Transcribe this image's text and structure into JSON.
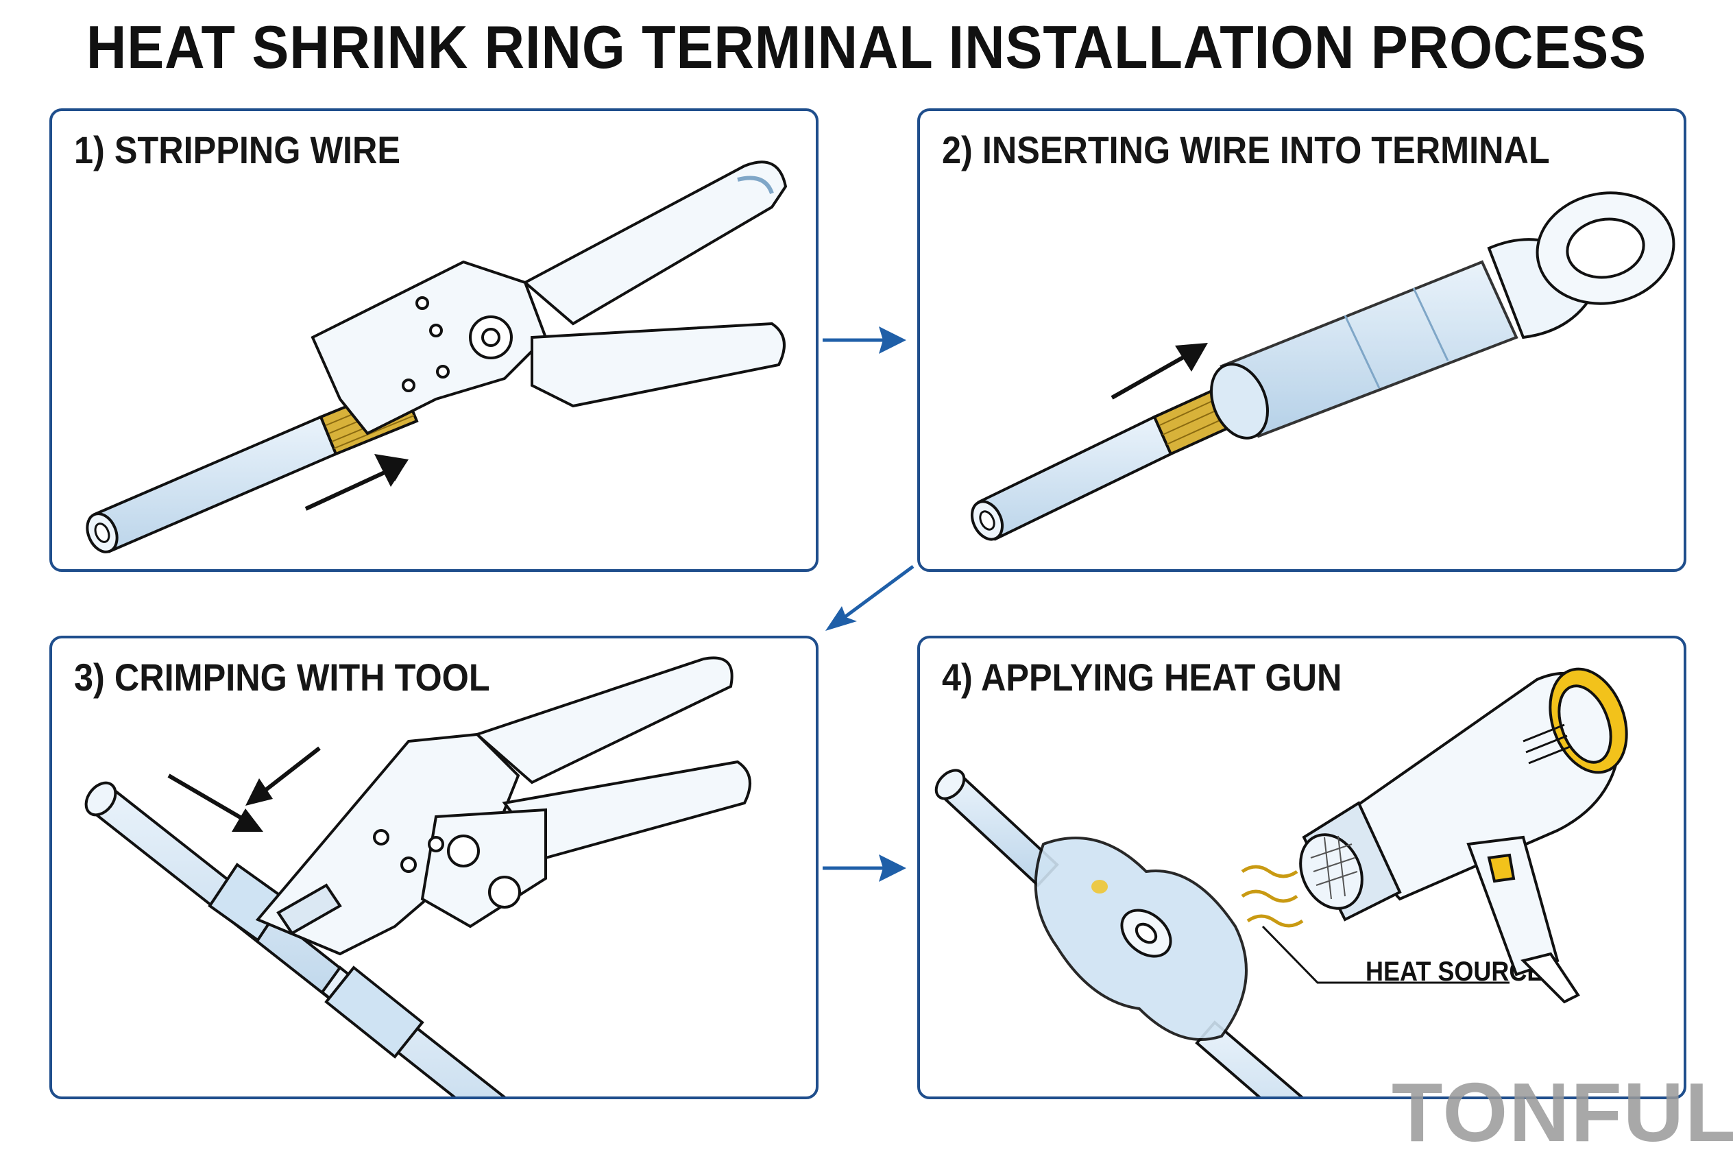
{
  "title": "HEAT SHRINK RING TERMINAL INSTALLATION PROCESS",
  "steps": [
    {
      "label": "1) STRIPPING WIRE"
    },
    {
      "label": "2) INSERTING WIRE INTO TERMINAL"
    },
    {
      "label": "3) CRIMPING WITH TOOL"
    },
    {
      "label": "4) APPLYING HEAT GUN"
    }
  ],
  "annotations": {
    "heat_source": "HEAT SOURCE"
  },
  "watermark": "TONFUL",
  "colors": {
    "panel_border": "#1f4e8c",
    "flow_arrow": "#1f5fa8",
    "wire_strands": "#d8b23a",
    "heat_gun_accent": "#f2c21b",
    "sleeve": "#cfe3f3"
  }
}
